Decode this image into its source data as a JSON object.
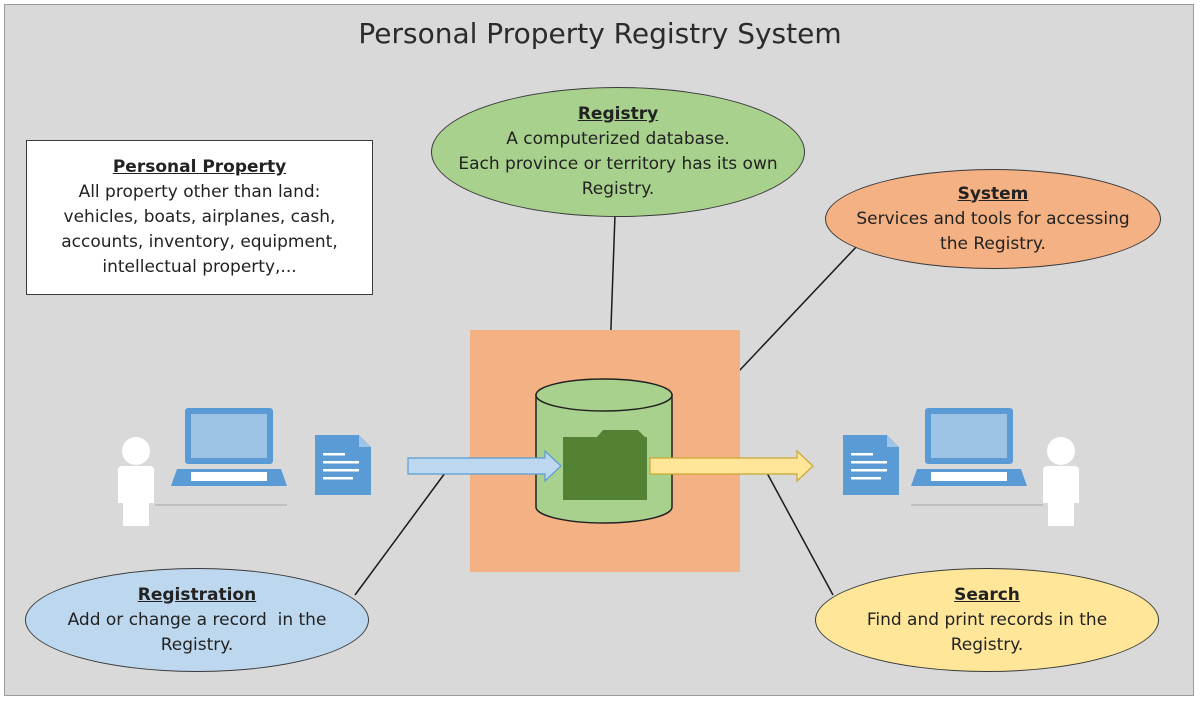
{
  "title": "Personal Property Registry System",
  "personal_property": {
    "heading": "Personal Property",
    "lines": [
      "All property other than land:",
      "vehicles, boats, airplanes, cash,",
      "accounts, inventory, equipment,",
      "intellectual property,..."
    ]
  },
  "registry": {
    "heading": "Registry",
    "lines": [
      "A computerized database.",
      "Each province or territory has its own",
      "Registry."
    ]
  },
  "system": {
    "heading": "System",
    "lines": [
      "Services and tools for accessing",
      "the Registry."
    ]
  },
  "registration": {
    "heading": "Registration",
    "lines": [
      "Add or change a record  in the",
      "Registry."
    ]
  },
  "search": {
    "heading": "Search",
    "lines": [
      "Find and print records in the",
      "Registry."
    ]
  },
  "icons": [
    "user-icon",
    "laptop-icon",
    "document-icon",
    "database-icon",
    "folder-icon",
    "arrow-right-icon"
  ],
  "colors": {
    "background": "#d9d9d9",
    "system_box": "#f4b183",
    "database": "#a9d18e",
    "folder": "#548235",
    "icon_blue": "#5b9bd5",
    "registration": "#bdd7ee",
    "search": "#ffe699"
  }
}
